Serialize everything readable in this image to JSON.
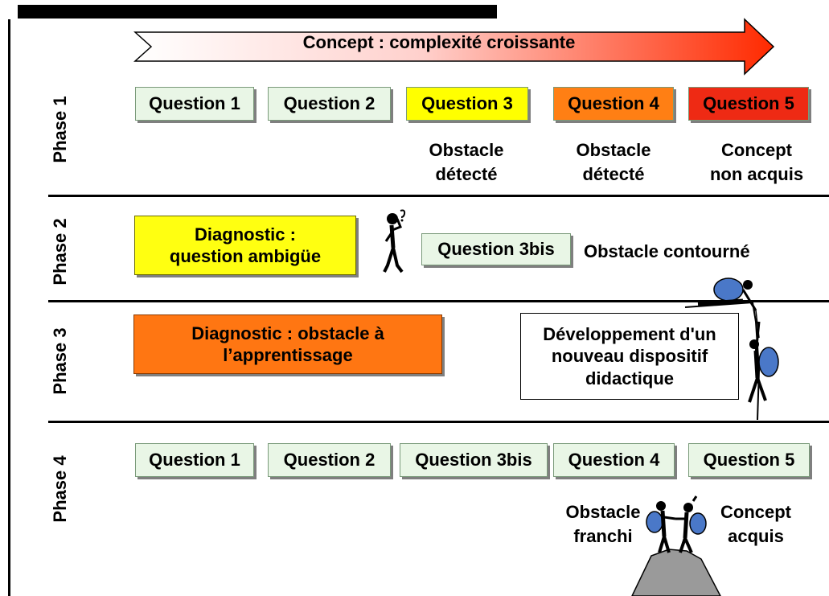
{
  "header": {
    "arrow_label": "Concept : complexité croissante"
  },
  "phases": [
    "Phase 1",
    "Phase 2",
    "Phase 3",
    "Phase 4"
  ],
  "phase1": {
    "questions": [
      "Question 1",
      "Question 2",
      "Question 3",
      "Question 4",
      "Question 5"
    ],
    "notes": [
      "Obstacle\ndétecté",
      "Obstacle\ndétecté",
      "Concept\nnon acquis"
    ]
  },
  "phase2": {
    "diagnostic": "Diagnostic :\nquestion ambigüe",
    "question": "Question 3bis",
    "note": "Obstacle contourné"
  },
  "phase3": {
    "diagnostic": "Diagnostic : obstacle à\nl’apprentissage",
    "development": "Développement d'un\nnouveau dispositif\ndidactique"
  },
  "phase4": {
    "questions": [
      "Question 1",
      "Question 2",
      "Question 3bis",
      "Question 4",
      "Question 5"
    ],
    "note_left": "Obstacle\nfranchi",
    "note_right": "Concept\nacquis"
  },
  "colors": {
    "arrow_start": "#ffffff",
    "arrow_end": "#ff2a00",
    "yellow": "#ffff00",
    "orange": "#ff7f14",
    "red": "#ee2a14",
    "pale_green": "#e9f6e6"
  }
}
